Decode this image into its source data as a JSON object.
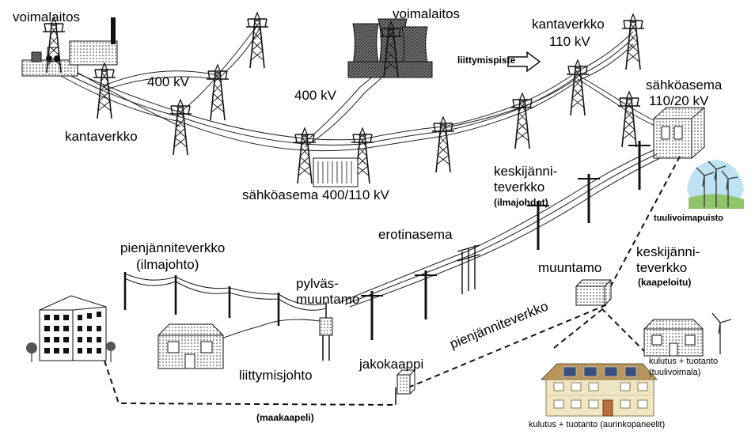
{
  "labels": {
    "voimalaitos_left": "voimalaitos",
    "voimalaitos_center": "voimalaitos",
    "kantaverkko_top": "kantaverkko",
    "kv110": "110 kV",
    "liittymispiste": "liittymispiste",
    "kv400_left": "400 kV",
    "kv400_center": "400 kV",
    "sahkoasema_line1": "sähköasema",
    "sahkoasema_line2": "110/20 kV",
    "kantaverkko_left": "kantaverkko",
    "sahkoasema_400": "sähköasema 400/110 kV",
    "keskijanni_a_line1": "keskijänni-",
    "keskijanni_a_line2": "teverkko",
    "ilmajohdot": "(ilmajohdot)",
    "tuulivoimapuisto": "tuulivoimapuisto",
    "erotinasema": "erotinasema",
    "pienjannite_ilma_line1": "pienjänniteverkko",
    "pienjannite_ilma_line2": "(ilmajohto)",
    "pylvasmuuntamo_line1": "pylväs-",
    "pylvasmuuntamo_line2": "muuntamo",
    "muuntamo": "muuntamo",
    "keskijanni_b_line1": "keskijänni-",
    "keskijanni_b_line2": "teverkko",
    "kaapeloitu": "(kaapeloitu)",
    "liittymisjohto": "liittymisjohto",
    "jakokaappi": "jakokaappi",
    "pienjanniteverkko": "pienjänniteverkko",
    "kulutus_tuuli_line1": "kulutus + tuotanto",
    "kulutus_tuuli_line2": "(tuulivoimala)",
    "maakaapeli": "(maakaapeli)",
    "kulutus_aurinko": "kulutus + tuotanto (aurinkopaneelit)"
  },
  "colors": {
    "line": "#111111",
    "sky": "#bfe3f2",
    "grass": "#8fc46a",
    "house_wall": "#efe6c4",
    "roof": "#b7955c",
    "door": "#b8703a",
    "panel": "#3a4f7a"
  },
  "icons": [
    "power-plant-icon",
    "cooling-tower-icon",
    "transmission-tower-icon",
    "substation-icon",
    "wind-turbine-icon",
    "house-icon",
    "apartment-building-icon",
    "cabinet-icon",
    "transformer-icon",
    "solar-panel-icon"
  ]
}
